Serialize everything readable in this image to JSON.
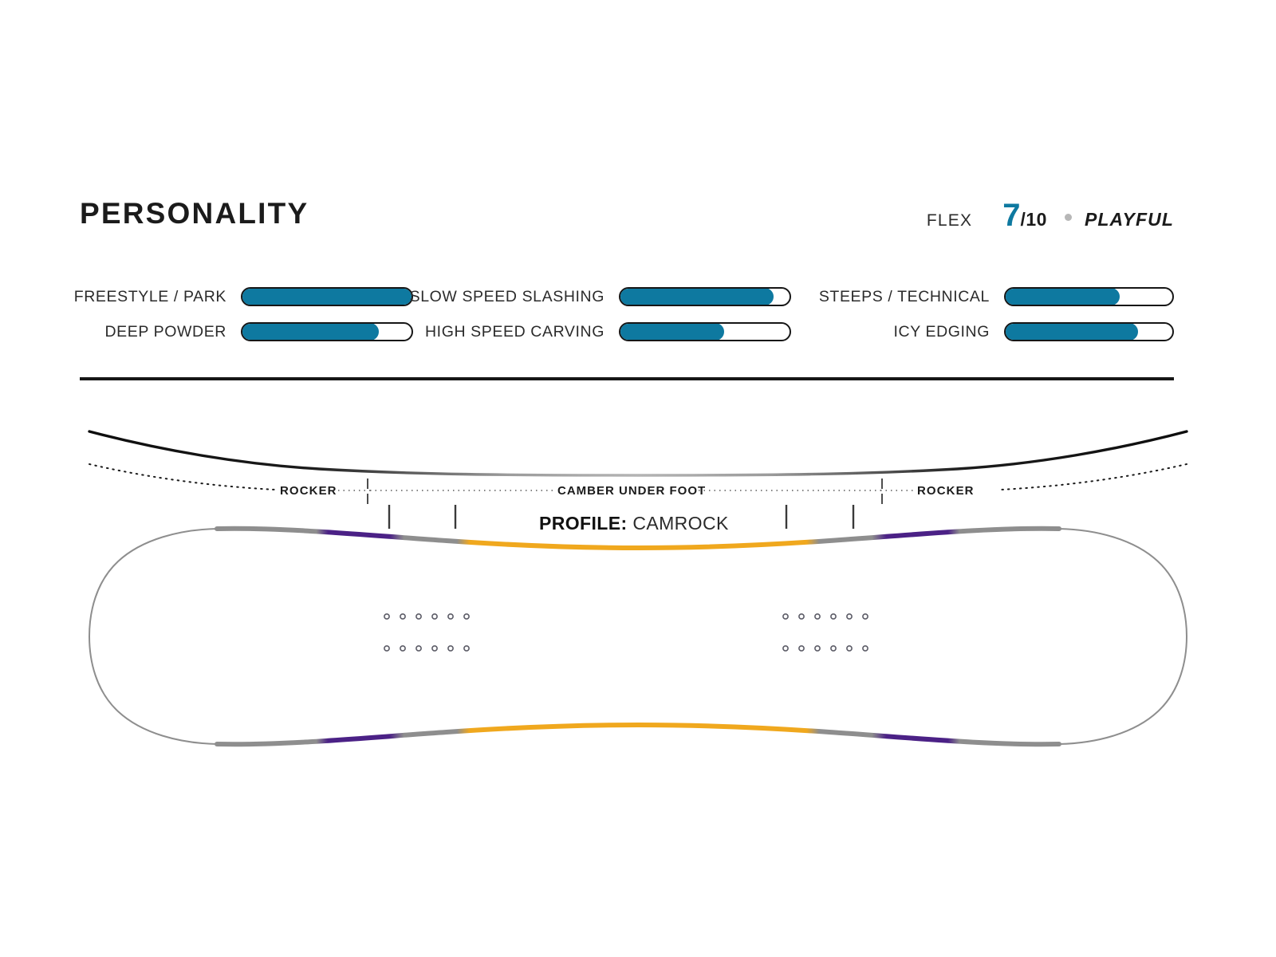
{
  "header": {
    "title": "PERSONALITY",
    "flex": {
      "label": "FLEX",
      "score": "7",
      "max": "/10",
      "separator_icon": "bullet-dot",
      "descriptor": "PLAYFUL"
    }
  },
  "ratings": {
    "accent_color": "#0e79a0",
    "track_outline_color": "#161616",
    "columns": [
      {
        "rows": [
          {
            "label": "FREESTYLE / PARK",
            "value": 100
          },
          {
            "label": "DEEP POWDER",
            "value": 80
          }
        ]
      },
      {
        "rows": [
          {
            "label": "SLOW SPEED SLASHING",
            "value": 90
          },
          {
            "label": "HIGH SPEED CARVING",
            "value": 61
          }
        ]
      },
      {
        "rows": [
          {
            "label": "STEEPS / TECHNICAL",
            "value": 68
          },
          {
            "label": "ICY EDGING",
            "value": 79
          }
        ]
      }
    ]
  },
  "profile": {
    "rocker_left_label": "ROCKER",
    "rocker_right_label": "ROCKER",
    "camber_label": "CAMBER UNDER FOOT",
    "profile_title": "PROFILE:",
    "profile_value": "CAMROCK"
  },
  "board": {
    "outline_color": "#8e8e8e",
    "tip_accent_color": "#4b2186",
    "mid_accent_color": "#f0a81e",
    "insert_color": "#5b5b66",
    "insert_rows": 2,
    "inserts_per_row": 6
  }
}
